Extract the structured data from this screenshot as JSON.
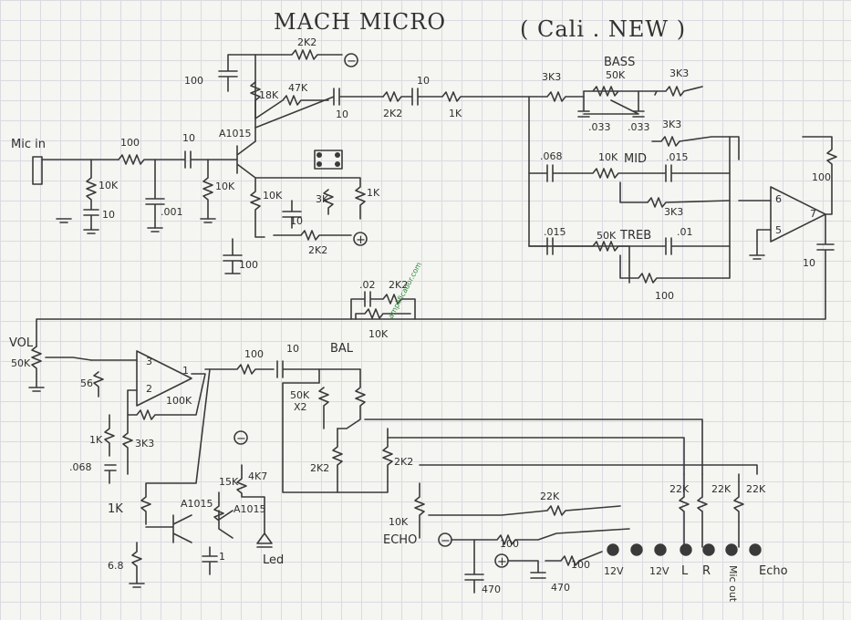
{
  "title": "MACH MICRO",
  "subtitle": "( Cali . NEW )",
  "watermark": "amplificador.com",
  "labels": {
    "mic_in": "Mic in",
    "r_100_in": "100",
    "c_10_in": "10",
    "r_10k_in": "10K",
    "c_10_shunt": "10",
    "c_001": ".001",
    "r_10k_bias": "10K",
    "q_a1015_1": "A1015",
    "r_18k": "18K",
    "r_47k": "47K",
    "c_100_top": "100",
    "r_2k2_top": "2K2",
    "c_10_out": "10",
    "r_2k2_mid": "2K2",
    "c_10_mid": "10",
    "r_1k": "1K",
    "r_10k_emit": "10K",
    "c_10_emit": "10",
    "r_3k_pot": "3K",
    "r_1k_right": "1K",
    "r_2k2_bot": "2K2",
    "c_100_bot": "100",
    "r_3k3_bass_l": "3K3",
    "bass": "BASS",
    "pot_50k_bass": "50K",
    "r_3k3_bass_r": "3K3",
    "c_033_l": ".033",
    "c_033_r": ".033",
    "r_3k3_b2": "3K3",
    "c_068": ".068",
    "pot_10k_mid": "10K",
    "mid": "MID",
    "c_015_mid": ".015",
    "r_3k3_mid": "3K3",
    "c_015_treb": ".015",
    "pot_50k_treb": "50K",
    "treb": "TREB",
    "c_01": ".01",
    "r_100_fb": "100",
    "op_minus": "6",
    "op_plus": "5",
    "op_out": "7",
    "r_100_op": "100",
    "c_10_op": "10",
    "c_02": ".02",
    "r_2k2_02": "2K2",
    "r_10k_02": "10K",
    "vol": "VOL",
    "pot_50k_vol": "50K",
    "r_56k": "56",
    "op2_p": "3",
    "op2_n": "2",
    "op2_out": "1",
    "r_100k": "100K",
    "r_1k_op2": "1K",
    "r_3k3_op2": "3K3",
    "c_068_op2": ".068",
    "r_100_b": "100",
    "c_10_b": "10",
    "bal": "BAL",
    "pot_50k_x2": "50K",
    "x2": "X2",
    "r_2k2_l": "2K2",
    "r_2k2_r": "2K2",
    "r_22k": "22K",
    "r_22k_a": "22K",
    "r_22k_b": "22K",
    "r_22k_c": "22K",
    "pot_10k_echo": "10K",
    "echo": "ECHO",
    "r_1k_q": "1K",
    "q_a1015_2": "A1015",
    "r_15k": "15K",
    "r_4k7": "4K7",
    "q_a1015_3": "A1015",
    "c_1": "1",
    "led": "Led",
    "r_68": "6.8",
    "r_100_ps": "100",
    "r_100_ps2": "100",
    "c_470_l": "470",
    "c_470_r": "470",
    "minus": "−",
    "plus": "+",
    "j_12v_a": "12V",
    "j_12v_b": "12V",
    "j_l": "L",
    "j_r": "R",
    "j_mic": "Mic out",
    "j_echo": "Echo"
  }
}
